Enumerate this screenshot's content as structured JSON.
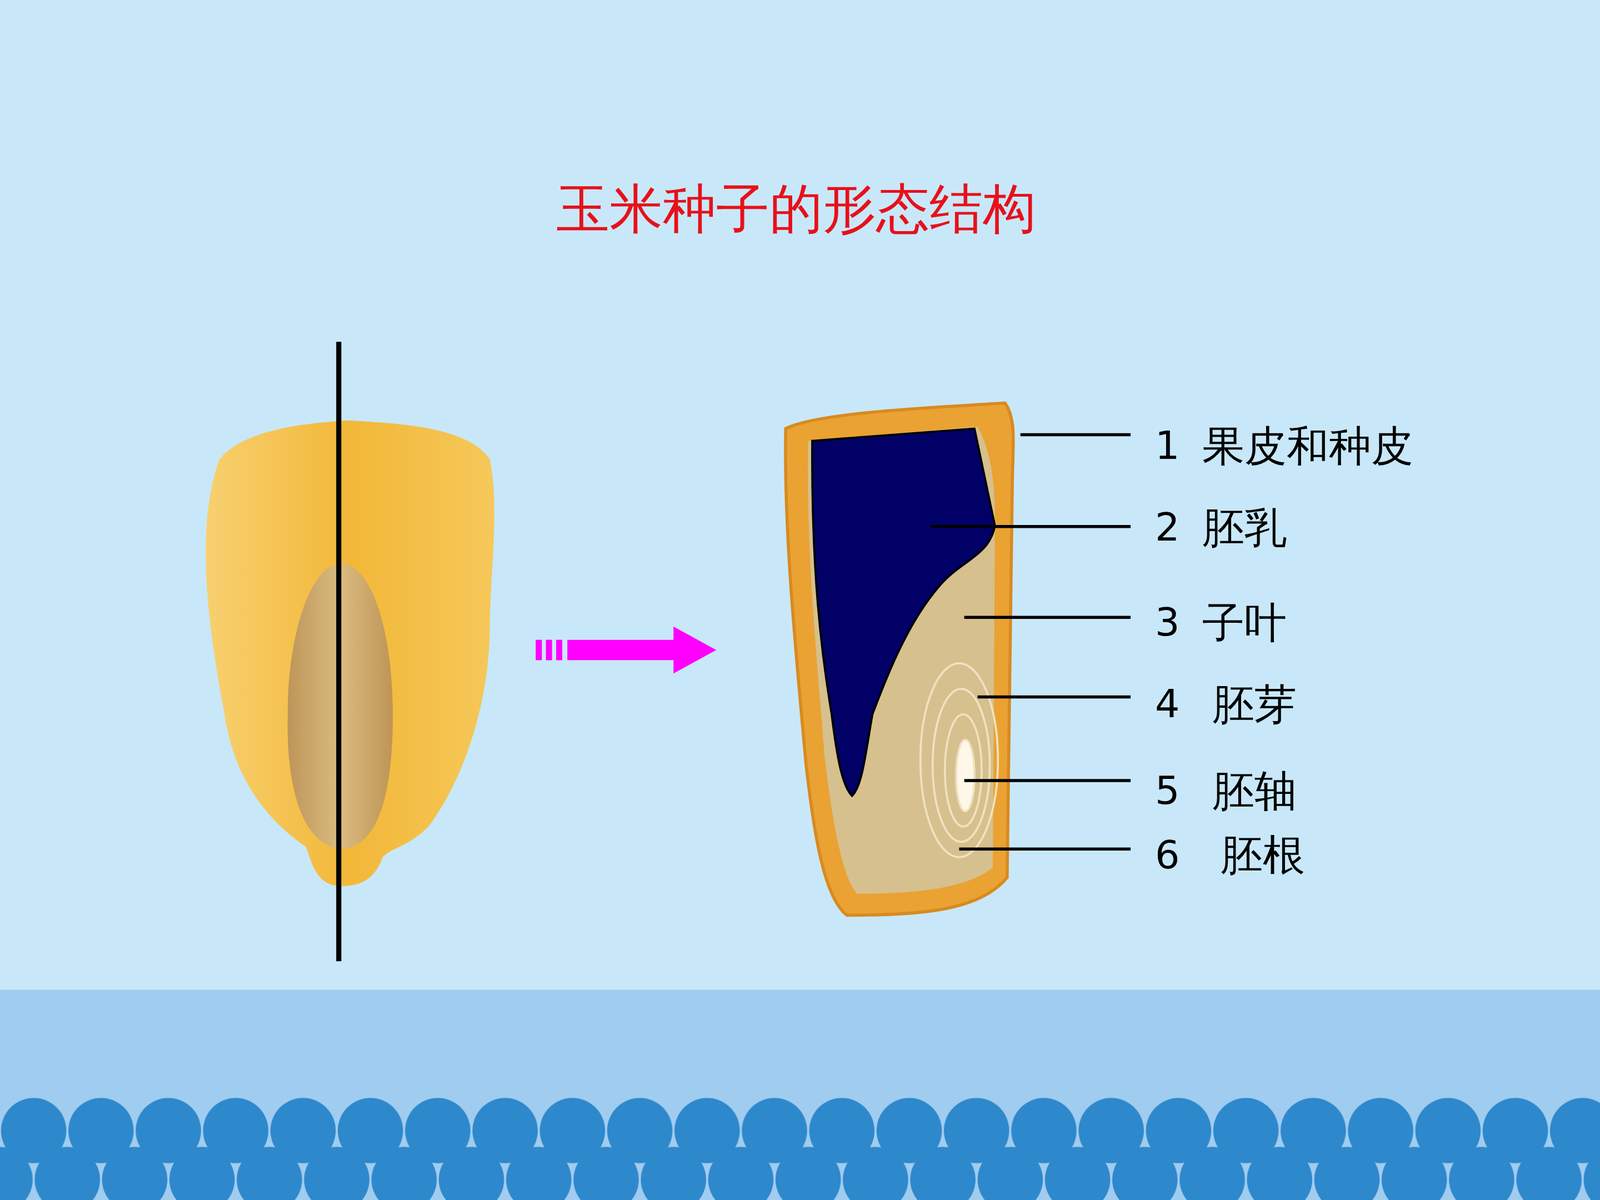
{
  "diagram": {
    "title": "玉米种子的形态结构",
    "labels": [
      "1",
      "果皮和种皮",
      "2",
      "胚乳",
      "3",
      "子叶",
      "4",
      "胚芽",
      "5",
      "胚轴",
      "6",
      "胚根"
    ]
  }
}
